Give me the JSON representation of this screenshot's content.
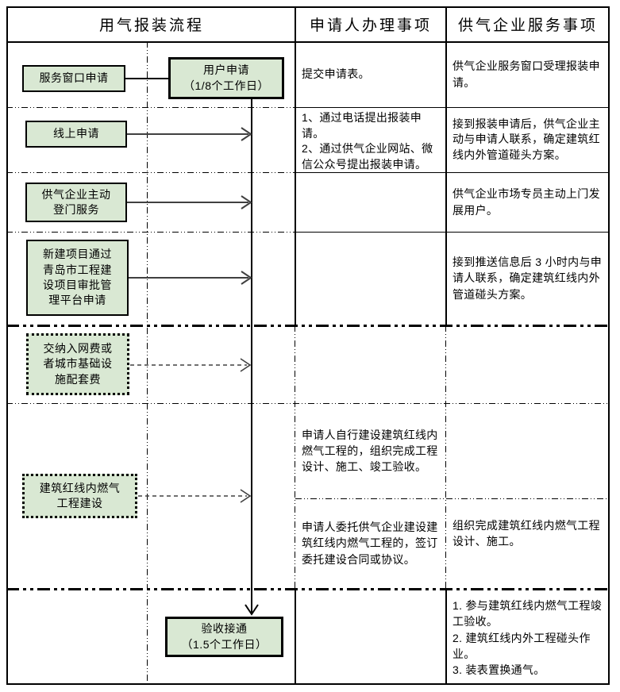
{
  "header": {
    "process_col": "用气报装流程",
    "applicant_col": "申请人办理事项",
    "supplier_col": "供气企业服务事项"
  },
  "flowchart": {
    "service_window": "服务窗口申请",
    "user_apply": "用户申请\n（1/8个工作日）",
    "online_apply": "线上申请",
    "proactive_service": "供气企业主动\n登门服务",
    "new_project": "新建项目通过\n青岛市工程建\n设项目审批管\n理平台申请",
    "pay_fee": "交纳入网费或\n者城市基础设\n施配套费",
    "redline_construction": "建筑红线内燃气\n工程建设",
    "acceptance": "验收接通\n（1.5个工作日）"
  },
  "applicant": {
    "row1": "提交申请表。",
    "row2": "1、通过电话提出报装申请。\n2、通过供气企业网站、微信公众号提出报装申请。",
    "row6": "申请人自行建设建筑红线内燃气工程的，组织完成工程设计、施工、竣工验收。",
    "row7": "申请人委托供气企业建设建筑红线内燃气工程的，签订委托建设合同或协议。"
  },
  "supplier": {
    "row1": "供气企业服务窗口受理报装申请。",
    "row2": "接到报装申请后，供气企业主动与申请人联系，确定建筑红线内外管道碰头方案。",
    "row3": "供气企业市场专员主动上门发展用户。",
    "row4": "接到推送信息后 3 小时内与申请人联系，确定建筑红线内外管道碰头方案。",
    "row7": "组织完成建筑红线内燃气工程设计、施工。",
    "row8": "1. 参与建筑红线内燃气工程竣工验收。\n2. 建筑红线内外工程碰头作业。\n3. 装表置换通气。"
  },
  "colors": {
    "box_fill": "#d9e8d3",
    "line": "#000000",
    "arrow": "#404040"
  }
}
